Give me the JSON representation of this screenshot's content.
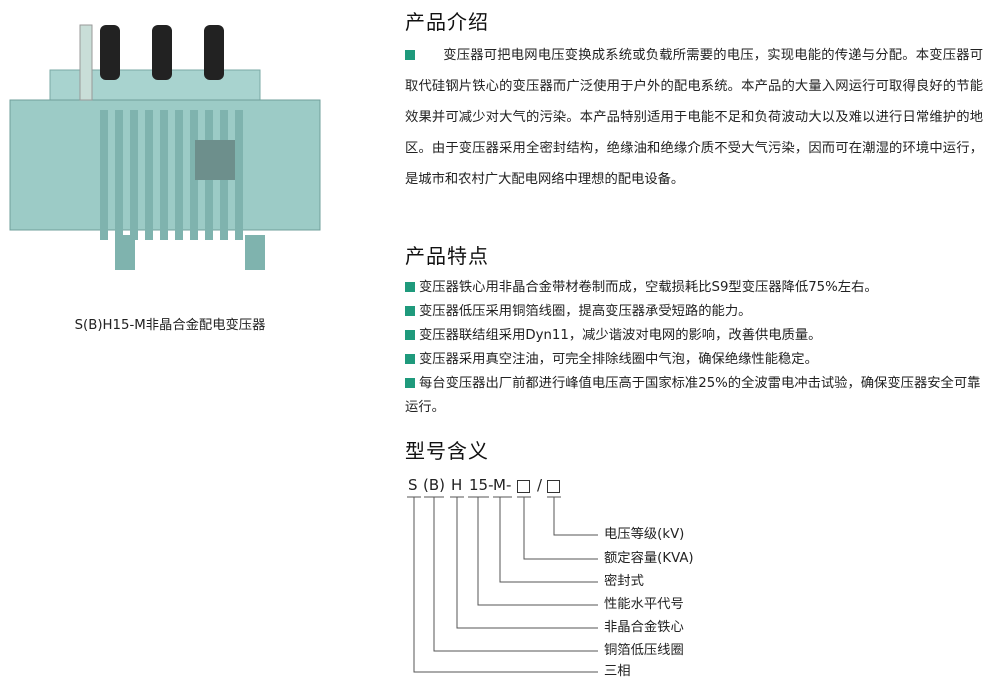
{
  "product_image": {
    "caption": "S(B)H15-M非晶合金配电变压器"
  },
  "intro": {
    "title": "产品介绍",
    "text": "变压器可把电网电压变换成系统或负载所需要的电压，实现电能的传递与分配。本变压器可取代硅钢片铁心的变压器而广泛使用于户外的配电系统。本产品的大量入网运行可取得良好的节能效果并可减少对大气的污染。本产品特别适用于电能不足和负荷波动大以及难以进行日常维护的地区。由于变压器采用全密封结构，绝缘油和绝缘介质不受大气污染，因而可在潮湿的环境中运行，是城市和农村广大配电网络中理想的配电设备。"
  },
  "features": {
    "title": "产品特点",
    "items": [
      "变压器铁心用非晶合金带材卷制而成，空载损耗比S9型变压器降低75%左右。",
      "变压器低压采用铜箔线圈，提高变压器承受短路的能力。",
      "变压器联结组采用Dyn11，减少谐波对电网的影响，改善供电质量。",
      "变压器采用真空注油，可完全排除线圈中气泡，确保绝缘性能稳定。",
      "每台变压器出厂前都进行峰值电压高于国家标准25%的全波雷电冲击试验，确保变压器安全可靠运行。"
    ]
  },
  "model": {
    "title": "型号含义",
    "code_parts": [
      "S",
      "(B)",
      "H",
      "15-",
      "M-",
      "/"
    ],
    "labels": [
      "电压等级(kV)",
      "额定容量(KVA)",
      "密封式",
      "性能水平代号",
      "非晶合金铁心",
      "铜箔低压线圈",
      "三相"
    ]
  },
  "colors": {
    "bullet": "#1f9a7c",
    "body": "#8fc4c0"
  }
}
